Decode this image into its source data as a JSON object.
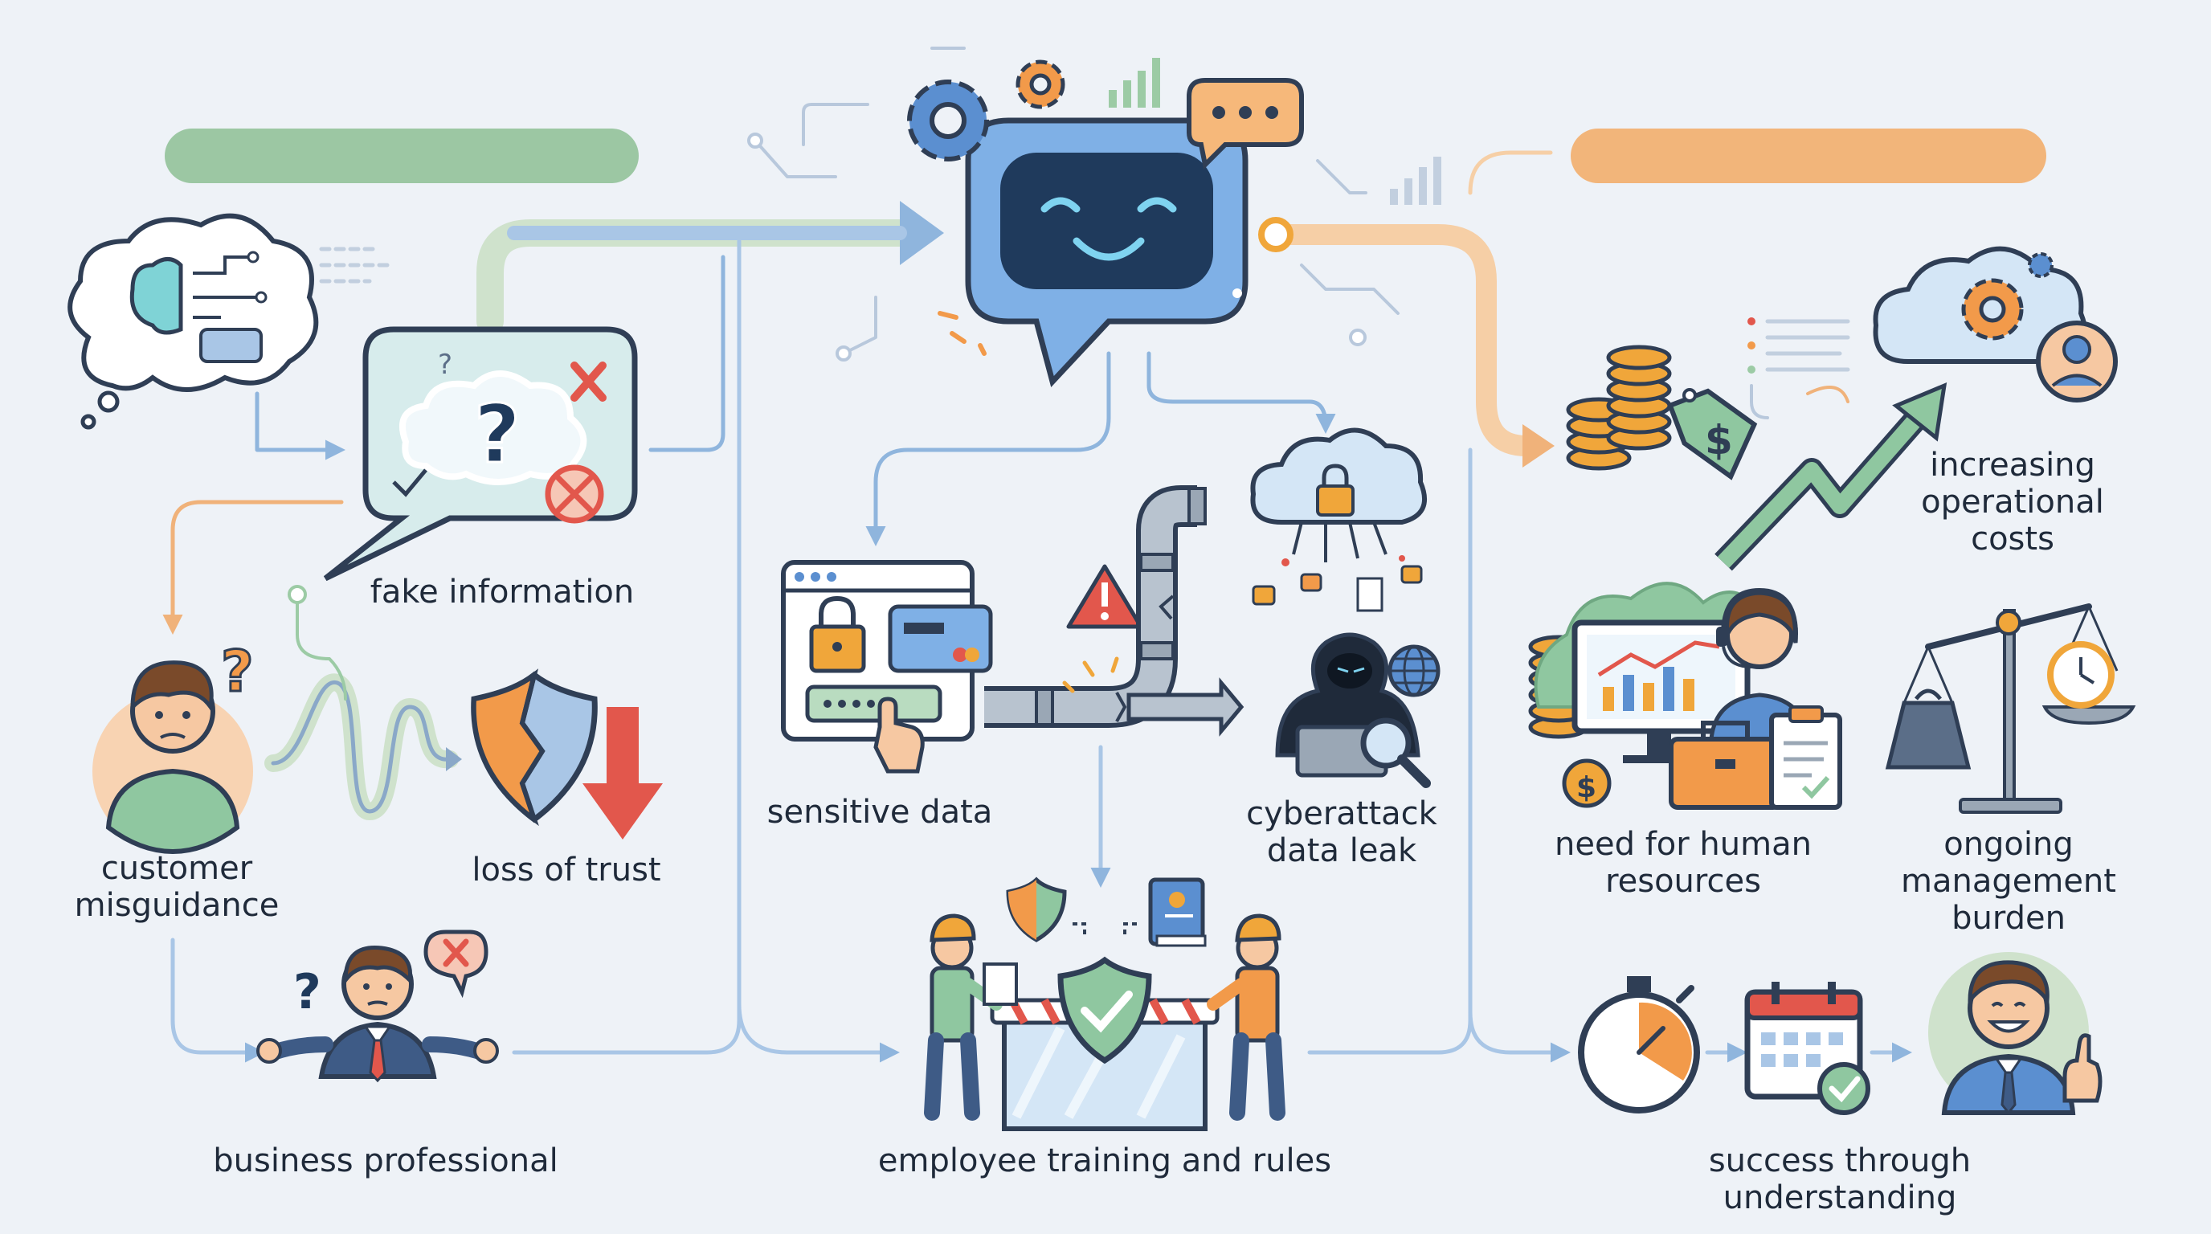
{
  "colors": {
    "background": "#eef2f7",
    "left_bar": "#9cc7a3",
    "right_bar": "#f2b57a",
    "bot": "#5b8fd0",
    "bot_screen": "#1f3a5c",
    "flow_blue": "#8fb5dd",
    "flow_orange": "#f0b27a",
    "flow_green": "#b4d3b0",
    "accent_red": "#e2574c",
    "accent_orange": "#f29a4a",
    "gold": "#f0a63a",
    "outline": "#2f3e55"
  },
  "labels": {
    "fake_information": "fake information",
    "customer_misguidance": "customer\nmisguidance",
    "loss_of_trust": "loss of trust",
    "business_professional": "business professional",
    "sensitive_data": "sensitive data",
    "cyberattack_data_leak": "cyberattack\ndata leak",
    "employee_training_and_rules": "employee training and rules",
    "need_for_human_resources": "need for human\nresources",
    "ongoing_management_burden": "ongoing management\nburden",
    "increasing_operational_costs": "increasing\noperational\ncosts",
    "success_through_understanding": "success through understanding"
  },
  "icons": [
    "chatbot-icon",
    "speech-bubble-icon",
    "gear-icon",
    "bar-chart-icon",
    "brain-thought-icon",
    "question-cloud-icon",
    "x-mark-icon",
    "confused-customer-icon",
    "broken-shield-icon",
    "down-arrow-icon",
    "confused-businessman-icon",
    "browser-lock-icon",
    "credit-card-icon",
    "password-field-icon",
    "warning-icon",
    "leaking-pipe-icon",
    "cloud-lock-icon",
    "hacker-icon",
    "globe-icon",
    "magnifier-icon",
    "workers-barrier-icon",
    "shield-check-icon",
    "rulebook-icon",
    "coin-stack-icon",
    "price-tag-icon",
    "cloud-user-icon",
    "rising-arrow-icon",
    "support-agent-icon",
    "toolbox-icon",
    "clipboard-icon",
    "balance-scale-icon",
    "stopwatch-icon",
    "calendar-check-icon",
    "happy-businessman-icon"
  ]
}
